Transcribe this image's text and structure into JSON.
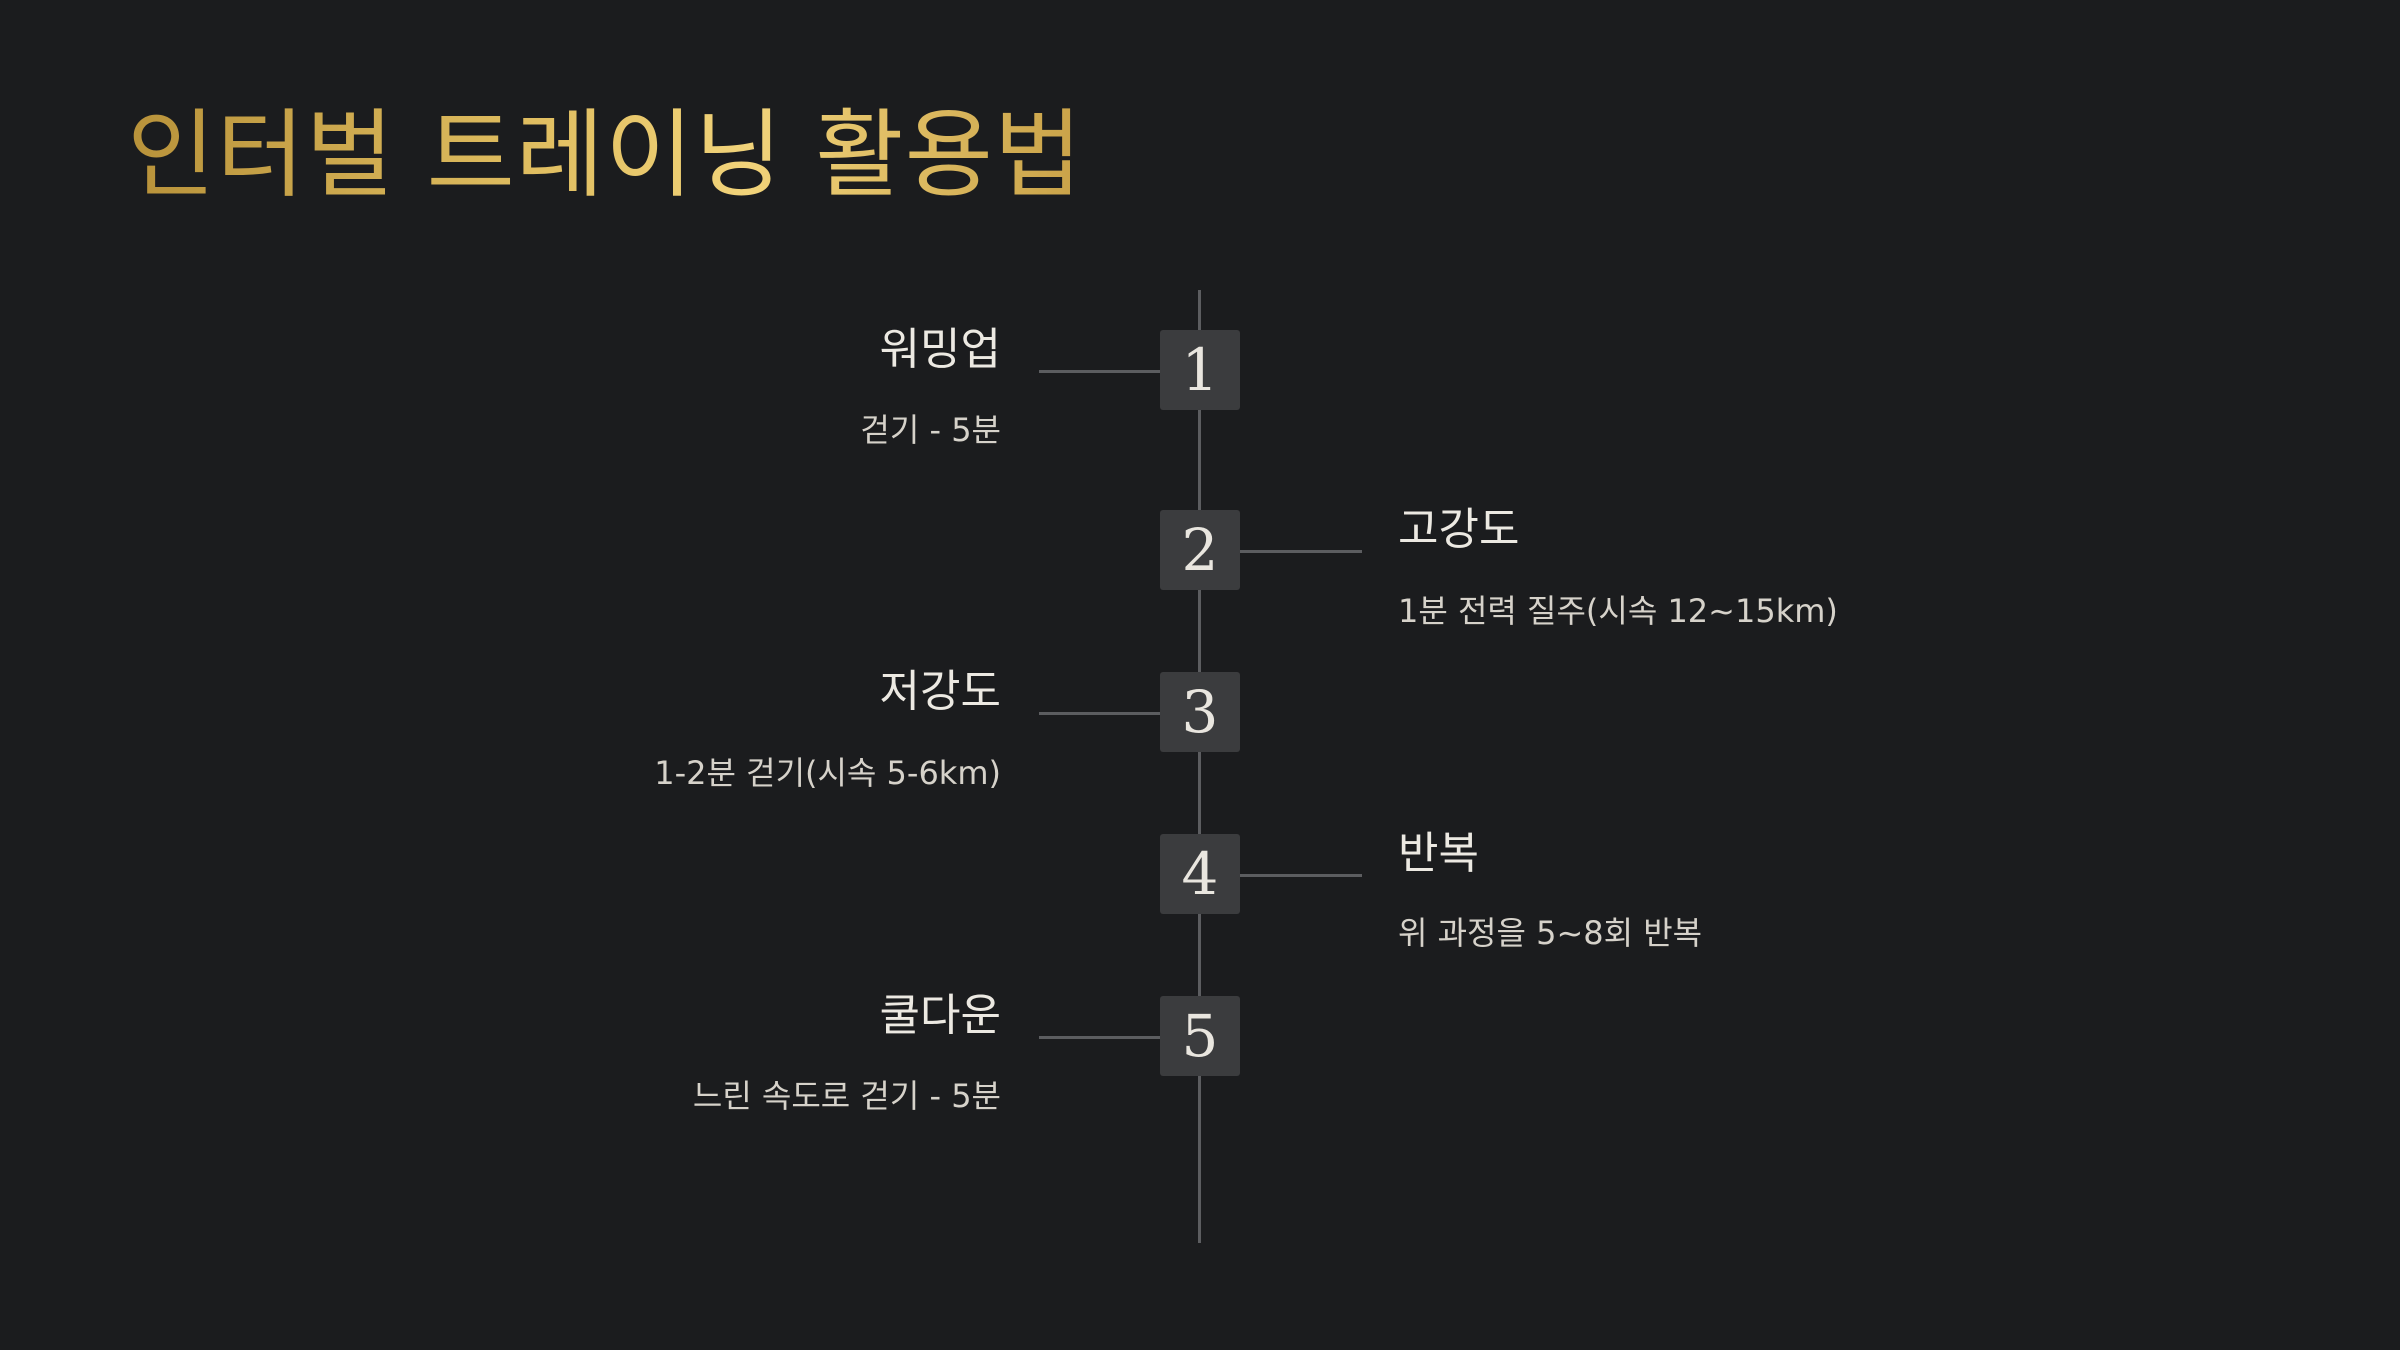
{
  "slide": {
    "title": "인터벌 트레이닝 활용법"
  },
  "steps": [
    {
      "number": "1",
      "heading": "워밍업",
      "description": "걷기 - 5분",
      "side": "left"
    },
    {
      "number": "2",
      "heading": "고강도",
      "description": "1분 전력 질주(시속 12~15km)",
      "side": "right"
    },
    {
      "number": "3",
      "heading": "저강도",
      "description": "1-2분 걷기(시속 5-6km)",
      "side": "left"
    },
    {
      "number": "4",
      "heading": "반복",
      "description": "위 과정을 5~8회 반복",
      "side": "right"
    },
    {
      "number": "5",
      "heading": "쿨다운",
      "description": "느린 속도로 걷기 - 5분",
      "side": "left"
    }
  ],
  "colors": {
    "background": "#1b1c1e",
    "title_gold": "#e2c063",
    "timeline_line": "#5c5d60",
    "step_box": "#3b3c3e",
    "text": "#ece9e2"
  }
}
